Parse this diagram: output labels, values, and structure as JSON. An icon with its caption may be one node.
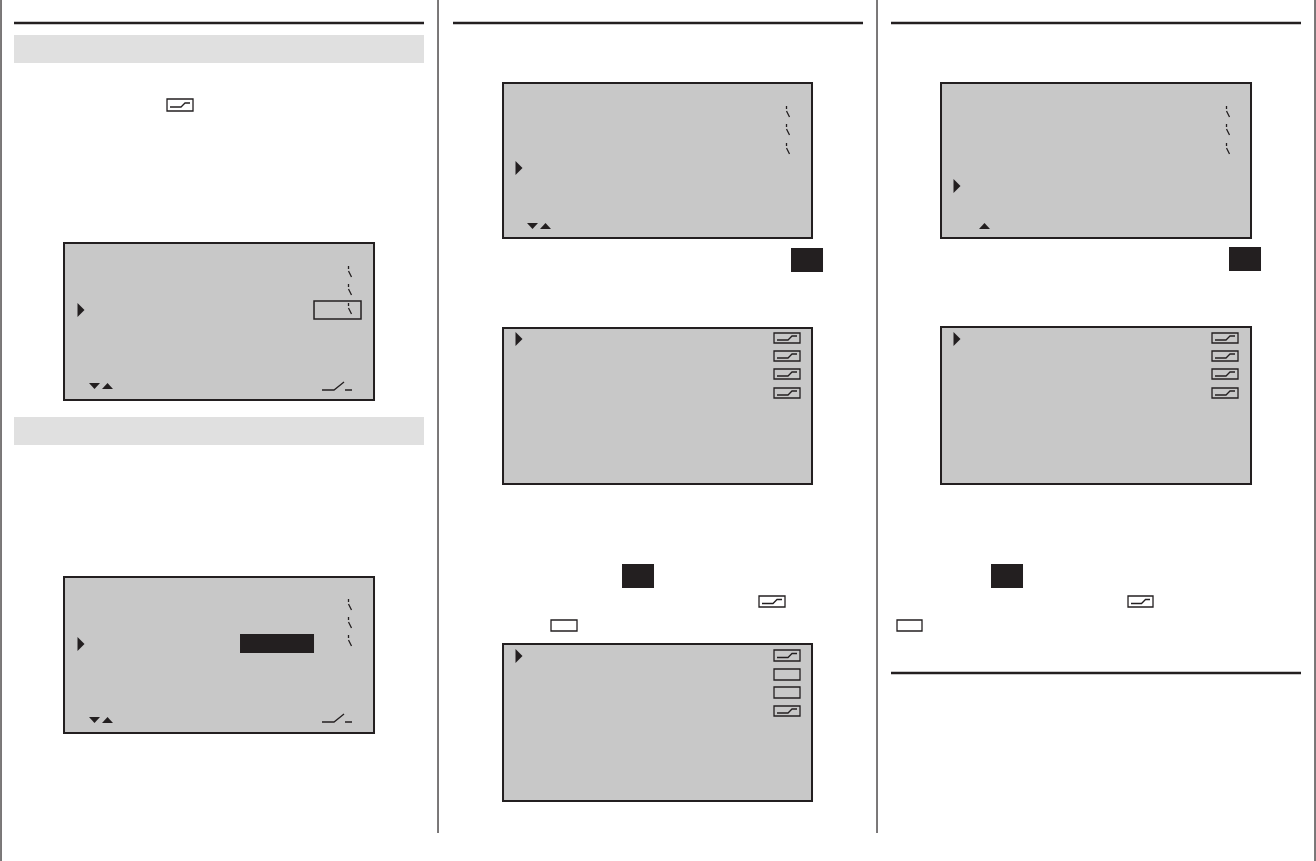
{
  "diagram": {
    "nodes": [
      {
        "text": [],
        "shape": "bar"
      },
      {
        "text": [],
        "shape": "box"
      },
      {
        "text": [],
        "shape": "bar"
      },
      {
        "text": [],
        "shape": "box"
      },
      {
        "text": [],
        "shape": "bar",
        "in": 3
      },
      {
        "text": [],
        "shape": "box"
      },
      {
        "text": [],
        "shape": "box"
      },
      {
        "text": [],
        "shape": "box"
      },
      {
        "text": [],
        "shape": "box"
      },
      {
        "text": [],
        "shape": "box"
      }
    ]
  }
}
